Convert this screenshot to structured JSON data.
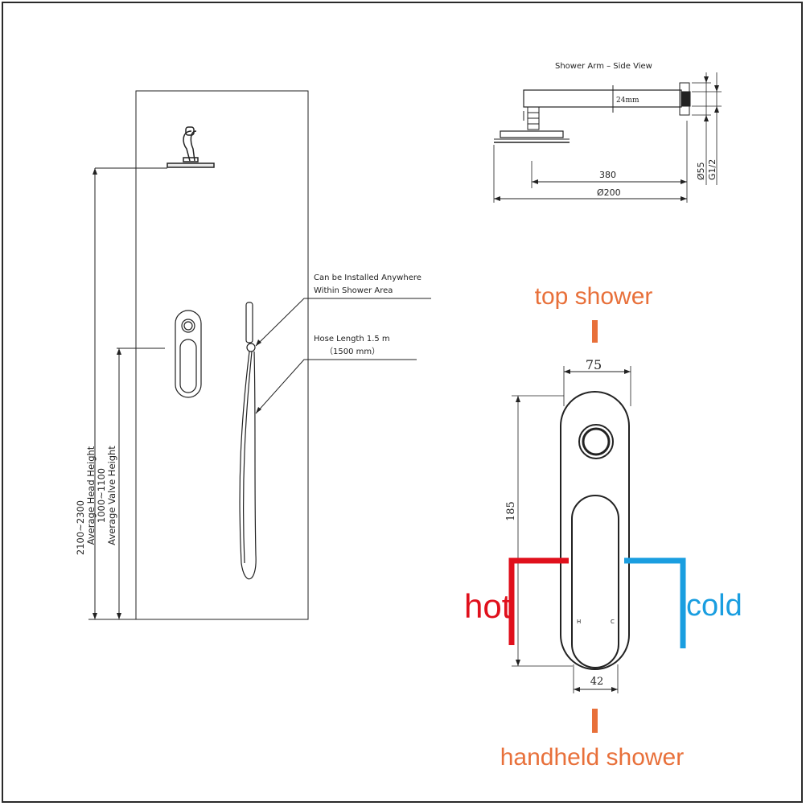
{
  "wall_diagram": {
    "head_height_value": "2100~2300",
    "head_height_label": "Average Head Height",
    "valve_height_value": "1000~1100",
    "valve_height_label": "Average Valve Height",
    "bracket_note_line1": "Can be Installed Anywhere",
    "bracket_note_line2": "Within Shower Area",
    "hose_note_line1": "Hose Length 1.5 m",
    "hose_note_line2": "（1500 mm）"
  },
  "arm_side_view": {
    "title": "Shower Arm – Side View",
    "offset_dim": "24mm",
    "arm_length": "380",
    "head_diameter": "Ø200",
    "flange_diameter": "Ø55",
    "thread": "G1/2"
  },
  "valve_detail": {
    "top_label": "top shower",
    "bottom_label": "handheld shower",
    "hot_label": "hot",
    "cold_label": "cold",
    "width_top": "75",
    "height": "185",
    "width_bottom": "42",
    "handle_mark_left": "H",
    "handle_mark_right": "C"
  },
  "colors": {
    "hot": "#e0101c",
    "cold": "#1a9ee0",
    "outlet": "#e8703a",
    "line": "#222222"
  }
}
